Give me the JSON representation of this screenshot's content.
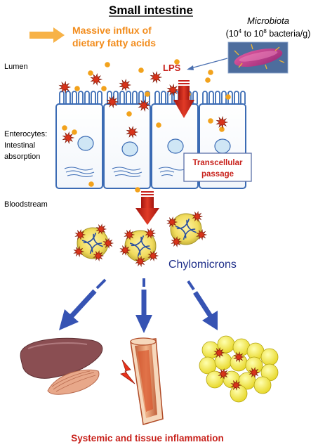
{
  "title": "Small intestine",
  "influx": {
    "line1": "Massive influx of",
    "line2": "dietary fatty acids"
  },
  "microbiota": {
    "name": "Microbiota",
    "count_prefix": "(10",
    "exp_low": "4",
    "count_mid": " to 10",
    "exp_high": "8",
    "count_suffix": " bacteria/g)"
  },
  "labels": {
    "lumen": "Lumen",
    "lps": "LPS",
    "enterocytes_line1": "Enterocytes:",
    "enterocytes_line2": "Intestinal",
    "enterocytes_line3": "absorption",
    "transcellular_line1": "Transcellular",
    "transcellular_line2": "passage",
    "bloodstream": "Bloodstream",
    "chylomicrons": "Chylomicrons",
    "outcome": "Systemic and tissue inflammation"
  },
  "colors": {
    "title": "#000000",
    "influx": "#f28c1c",
    "lps": "#c8211b",
    "chylomicrons": "#1f2f8a",
    "outcome": "#c8211b",
    "cell_border": "#3b6bb4",
    "fatty_acid": "#f2a21c",
    "lps_particle": "#d8331a",
    "blue_arrow": "#3653b3",
    "red_arrow": "#c8211b"
  }
}
